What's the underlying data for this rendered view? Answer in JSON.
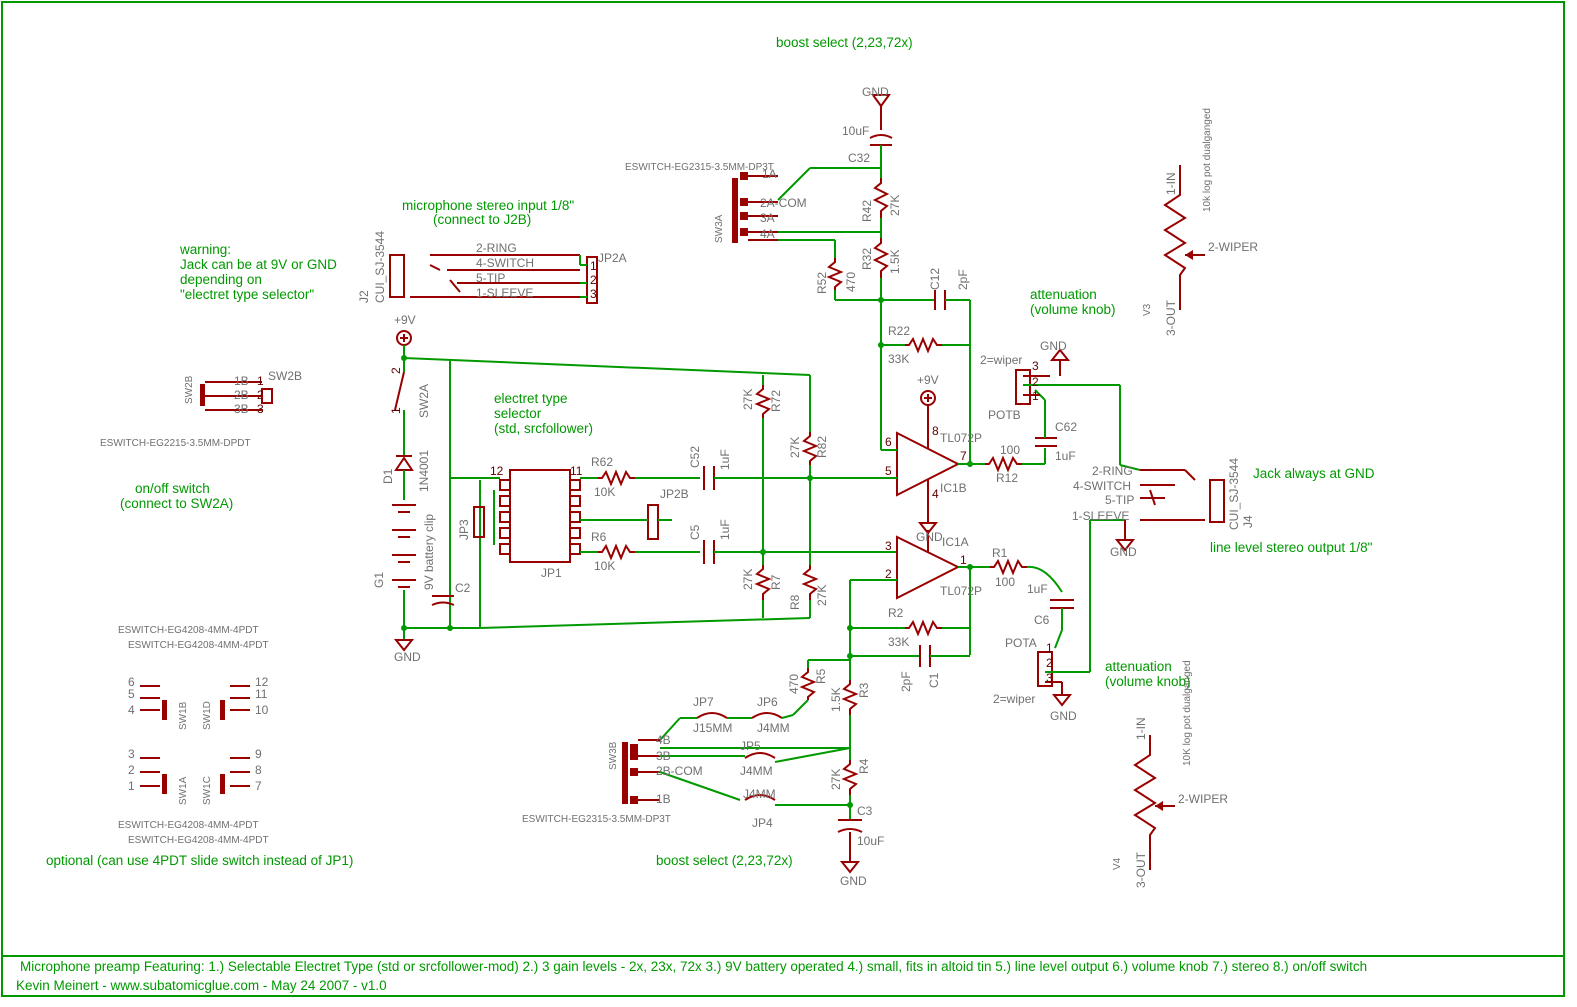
{
  "top_boost_select": "boost select (2,23,72x)",
  "bottom_boost_select": "boost select (2,23,72x)",
  "mic_input": [
    "microphone stereo input 1/8\"",
    "(connect to J2B)"
  ],
  "warning": [
    "warning:",
    "Jack can be at 9V or GND",
    " depending on",
    "\"electret type selector\""
  ],
  "electret_selector": [
    "electret type",
    "selector",
    "(std, srcfollower)"
  ],
  "onoff": [
    "on/off switch",
    "(connect to SW2A)"
  ],
  "optional_note": "optional (can use 4PDT slide switch instead of JP1)",
  "attenuation_top": [
    "attenuation",
    "(volume knob)"
  ],
  "attenuation_bottom": [
    "attenuation",
    "(volume knob)"
  ],
  "jack_gnd": "Jack always at GND",
  "line_out": "line level stereo output 1/8\"",
  "footer_features": "Microphone preamp Featuring:   1.) Selectable Electret Type (std or srcfollower-mod)    2.) 3 gain levels - 2x, 23x, 72x    3.) 9V battery operated     4.) small, fits in altoid tin    5.) line level output    6.) volume knob    7.) stereo    8.) on/off switch",
  "footer_author": "Kevin Meinert - www.subatomicglue.com - May 24 2007 - v1.0",
  "colors": {
    "wire": "#009900",
    "part": "#990000",
    "label": "#707070",
    "frame": "#009900"
  },
  "labels": {
    "gnd": "GND",
    "v9": "+9V",
    "c32": "C32",
    "c32v": "10uF",
    "r42": "R42",
    "r42v": "27K",
    "r32": "R32",
    "r32v": "1.5K",
    "r52": "R52",
    "r52v": "470",
    "c12": "C12",
    "c12v": "2pF",
    "r22": "R22",
    "r22v": "33K",
    "ic1b": "IC1B",
    "ic1a": "IC1A",
    "tl072p": "TL072P",
    "r12": "R12",
    "r12v": "100",
    "c62": "C62",
    "c62v": "1uF",
    "potb": "POTB",
    "pota": "POTA",
    "wiper": "2=wiper",
    "sw3a": "SW3A",
    "sw3b": "SW3B",
    "sw3part": "ESWITCH-EG2315-3.5MM-DP3T",
    "sw3a_pins": [
      "1A",
      "2A-COM",
      "3A",
      "4A"
    ],
    "sw3b_pins": [
      "4B",
      "3B",
      "2B-COM",
      "1B"
    ],
    "j2": "J2",
    "j2part": "CUI_SJ-3544",
    "j2_pins": [
      "2-RING",
      "4-SWITCH",
      "5-TIP",
      "1-SLEEVE"
    ],
    "jp2a": "JP2A",
    "jp2b": "JP2B",
    "jp1": "JP1",
    "jp3": "JP3",
    "sw2a": "SW2A",
    "sw2b": "SW2B",
    "sw2part": "ESWITCH-EG2215-3.5MM-DPDT",
    "sw2b_pins": [
      "1B",
      "2B",
      "3B"
    ],
    "d1": "D1",
    "d1v": "1N4001",
    "g1": "G1",
    "g1v": "9V battery clip",
    "c2": "C2",
    "r62": "R62",
    "r62v": "10K",
    "r6": "R6",
    "r6v": "10K",
    "c52": "C52",
    "c52v": "1uF",
    "c5": "C5",
    "c5v": "1uF",
    "r72": "R72",
    "r72v": "27K",
    "r82": "R82",
    "r82v": "27K",
    "r7": "R7",
    "r7v": "27K",
    "r8": "R8",
    "r8v": "27K",
    "r1": "R1",
    "r1v": "100",
    "c6": "C6",
    "c6v": "1uF",
    "r2": "R2",
    "r2v": "33K",
    "c1": "C1",
    "c1v": "2pF",
    "r5": "R5",
    "r5v": "470",
    "r3": "R3",
    "r3v": "1.5K",
    "r4": "R4",
    "r4v": "27K",
    "c3": "C3",
    "c3v": "10uF",
    "jp7": "JP7",
    "jp7v": "J15MM",
    "jp6": "JP6",
    "jp6v": "J4MM",
    "jp5": "JP5",
    "jp5v": "J4MM",
    "jp4": "JP4",
    "jp4v": "J4MM",
    "v3": "V3",
    "v4": "V4",
    "potpart": "10k log pot dualganged",
    "potpart2": "10K log pot dualganged",
    "pot_pins": [
      "1-IN",
      "2-WIPER",
      "3-OUT"
    ],
    "j4": "J4",
    "j4part": "CUI_SJ-3544",
    "sw1part": "ESWITCH-EG4208-4MM-4PDT",
    "sw1b": "SW1B",
    "sw1d": "SW1D",
    "sw1a": "SW1A",
    "sw1c": "SW1C"
  }
}
